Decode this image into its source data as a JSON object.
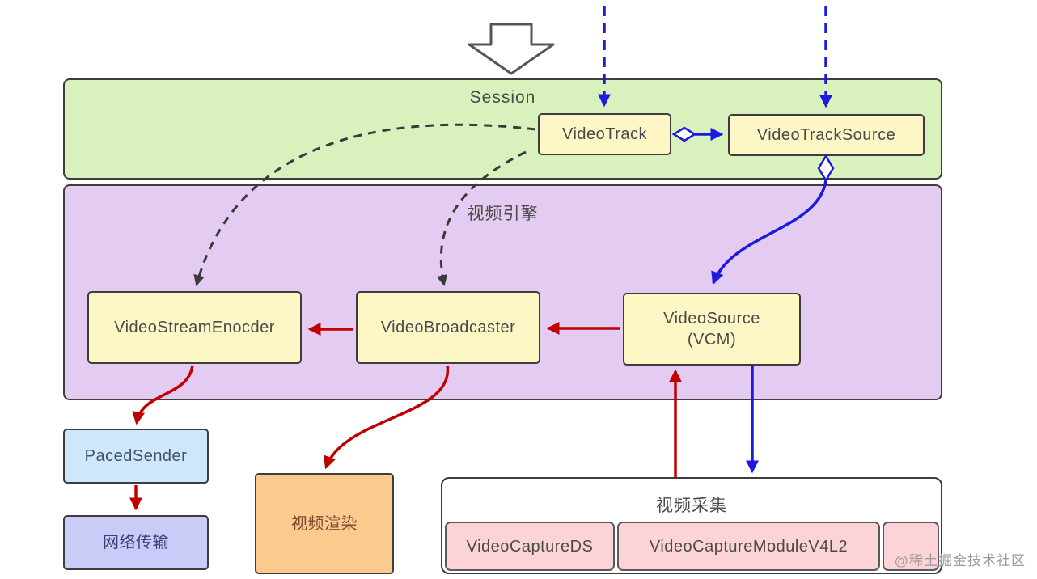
{
  "diagram": {
    "session": {
      "label": "Session"
    },
    "video_engine": {
      "label": "视频引擎"
    },
    "video_capture": {
      "label": "视频采集"
    },
    "nodes": {
      "video_track": "VideoTrack",
      "video_track_source": "VideoTrackSource",
      "video_stream_encoder": "VideoStreamEnocder",
      "video_broadcaster": "VideoBroadcaster",
      "video_source_line1": "VideoSource",
      "video_source_line2": "(VCM)",
      "paced_sender": "PacedSender",
      "network_transport": "网络传输",
      "video_render": "视频渲染",
      "video_capture_ds": "VideoCaptureDS",
      "video_capture_module_v4l2": "VideoCaptureModuleV4L2"
    },
    "watermark": "@稀土掘金技术社区",
    "colors": {
      "session_bg": "#d9f2bd",
      "engine_bg": "#e3cbf2",
      "node_bg": "#fdf7c6",
      "paced_sender_bg": "#cfe7fa",
      "network_bg": "#cbcbf8",
      "render_bg": "#fbca8e",
      "capture_item_bg": "#fcd3d6",
      "arrow_red": "#c00000",
      "arrow_blue": "#1a1ae0",
      "arrow_dashed": "#3a3a3a"
    }
  }
}
